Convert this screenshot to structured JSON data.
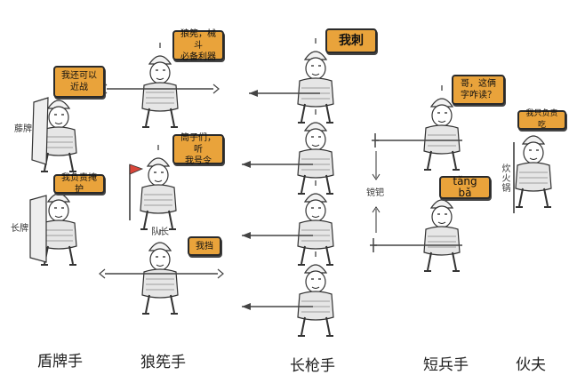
{
  "bubbles": {
    "dunpai_1": "我还可以\n近战",
    "dunpai_2": "我负责掩护",
    "langxian_1": "狼筅，械斗\n必备利器",
    "langxian_2": "筒子们，听\n我号令",
    "langxian_3": "我挡",
    "changqiang_1": "我刺",
    "duanbing_1": "哥，这俩\n字咋读？",
    "duanbing_2": "tǎng bǎ",
    "huofu_1": "我只负责吃"
  },
  "notes": {
    "tengpai": "藤牌",
    "changpai": "长牌",
    "duizhang": "队长",
    "tangba": "镋钯",
    "huoshi": "炊火锅"
  },
  "columns": {
    "dunpai": "盾牌手",
    "langxian": "狼筅手",
    "changqiang": "长枪手",
    "duanbing": "短兵手",
    "huofu": "伙夫"
  },
  "colors": {
    "bubble": "#e9a33b",
    "flag": "#d9463a",
    "ink": "#2a2a2a"
  }
}
